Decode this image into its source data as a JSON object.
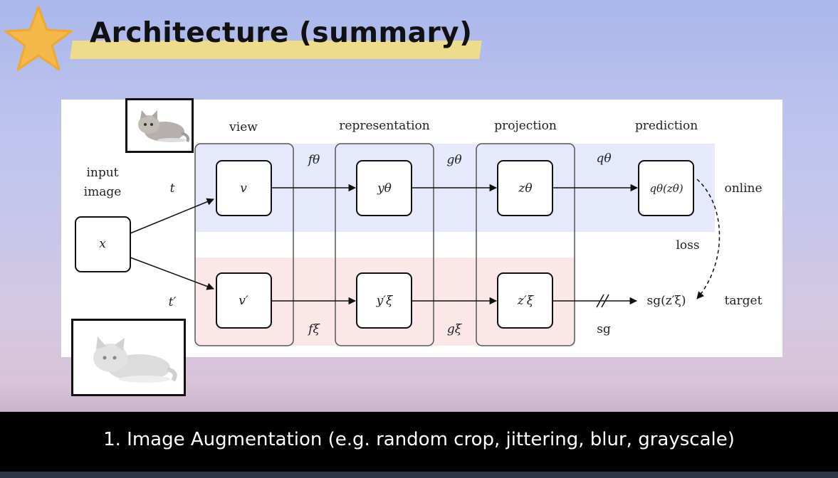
{
  "slide": {
    "title": "Architecture (summary)",
    "caption": "1. Image Augmentation (e.g. random crop, jittering, blur, grayscale)"
  },
  "diagram": {
    "columns": {
      "view": "view",
      "representation": "representation",
      "projection": "projection",
      "prediction": "prediction"
    },
    "input_label_line1": "input",
    "input_label_line2": "image",
    "input_node": "x",
    "t": "t",
    "t_prime": "t′",
    "online_nodes": {
      "v": "v",
      "y": "yθ",
      "z": "zθ",
      "q": "qθ(zθ)"
    },
    "target_nodes": {
      "v": "v′",
      "y": "y′ξ",
      "z": "z′ξ",
      "sg": "sg(z′ξ)"
    },
    "online_fns": {
      "f": "fθ",
      "g": "gθ",
      "q": "qθ"
    },
    "target_fns": {
      "f": "fξ",
      "g": "gξ",
      "sg": "sg"
    },
    "online_label": "online",
    "target_label": "target",
    "loss_label": "loss"
  },
  "colors": {
    "online_band": "#e6e8fb",
    "target_band": "#fbe6e8",
    "title_highlight": "#f7e27a",
    "star": "#f5b84a"
  },
  "icons": [
    "star-icon",
    "kitten-color-photo",
    "kitten-gray-photo"
  ]
}
